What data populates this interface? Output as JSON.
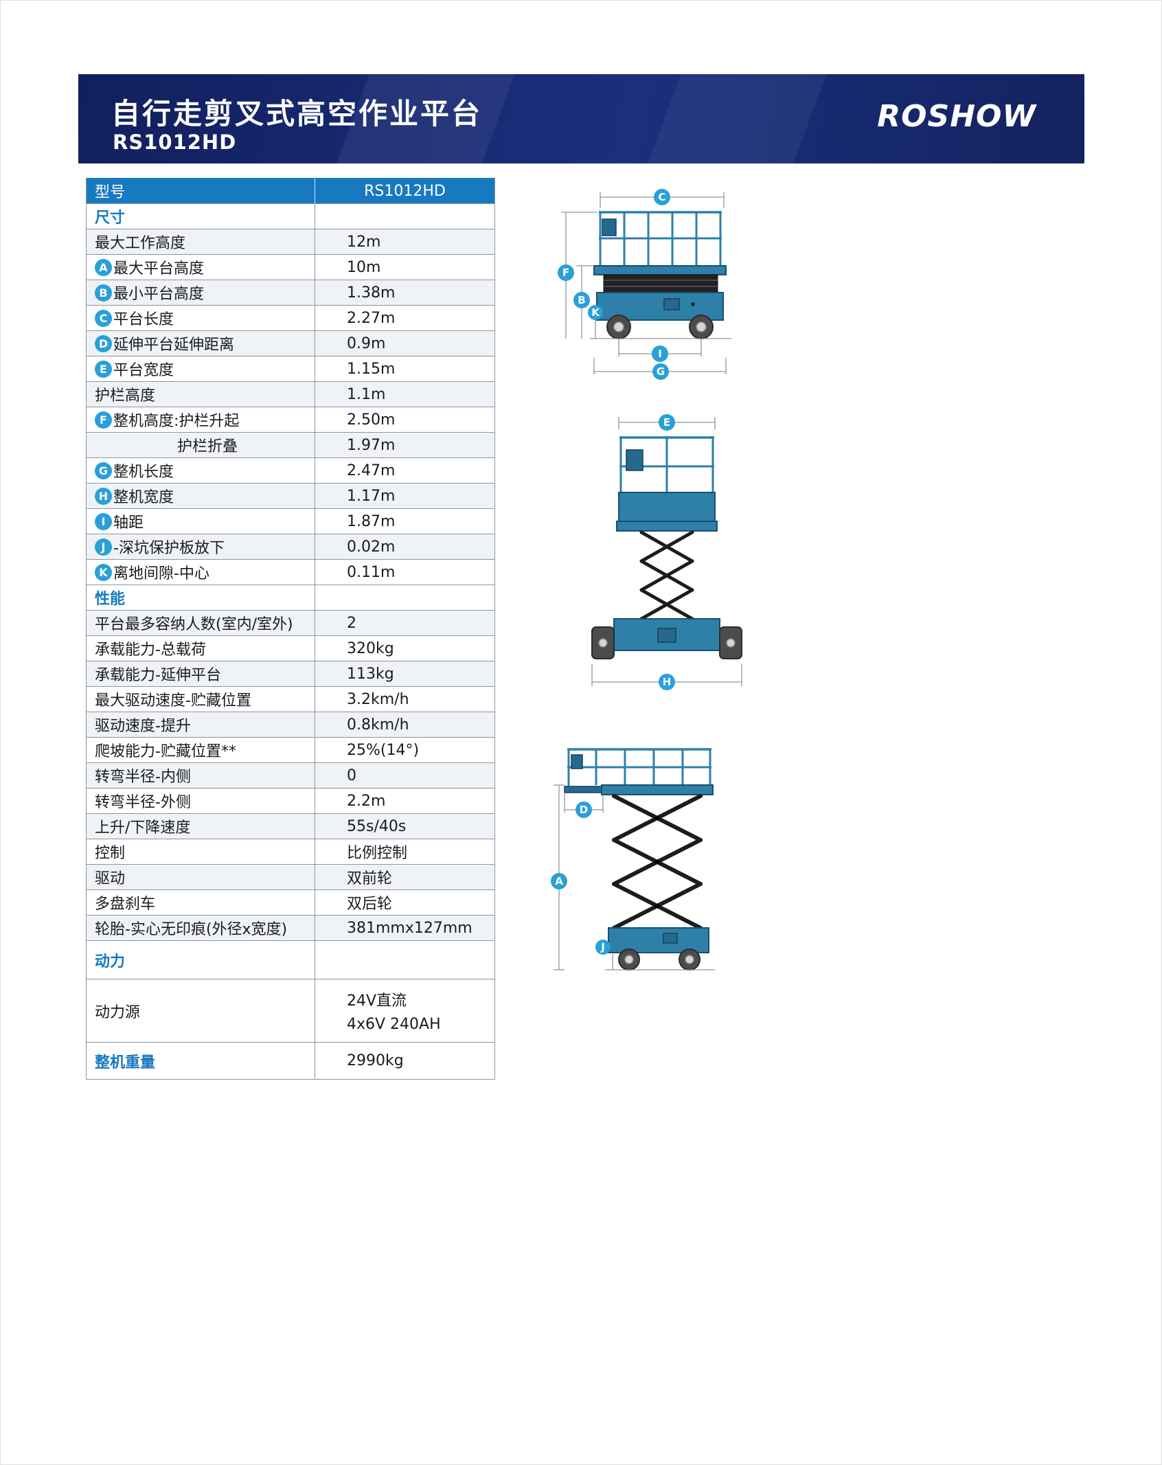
{
  "banner": {
    "title": "自行走剪叉式高空作业平台",
    "model": "RS1012HD",
    "logo": "ROSHOW"
  },
  "colors": {
    "banner_bg": "#1a2f7e",
    "table_header_bg": "#1779c0",
    "accent_blue": "#1779c0",
    "badge_blue": "#2aa0d8",
    "machine_blue": "#2e80a8",
    "scissor_black": "#1c1c1c"
  },
  "letters": {
    "a": "A",
    "b": "B",
    "c": "C",
    "d": "D",
    "e": "E",
    "f": "F",
    "g": "G",
    "h": "H",
    "i": "I",
    "j": "J",
    "k": "K"
  },
  "table": {
    "rows": [
      {
        "kind": "model",
        "label": "型号",
        "value": "RS1012HD"
      },
      {
        "kind": "section",
        "label": "尺寸"
      },
      {
        "kind": "data",
        "label": "最大工作高度",
        "value": "12m"
      },
      {
        "kind": "data",
        "badge": "A",
        "label": "最大平台高度",
        "value": "10m"
      },
      {
        "kind": "data",
        "badge": "B",
        "label": "最小平台高度",
        "value": "1.38m"
      },
      {
        "kind": "data",
        "badge": "C",
        "label": "平台长度",
        "value": "2.27m"
      },
      {
        "kind": "data",
        "badge": "D",
        "label": "延伸平台延伸距离",
        "value": "0.9m"
      },
      {
        "kind": "data",
        "badge": "E",
        "label": "平台宽度",
        "value": "1.15m"
      },
      {
        "kind": "data",
        "label": "护栏高度",
        "value": "1.1m"
      },
      {
        "kind": "data",
        "badge": "F",
        "label": "整机高度:护栏升起",
        "value": "2.50m"
      },
      {
        "kind": "data",
        "label": "护栏折叠",
        "value": "1.97m",
        "indent": true
      },
      {
        "kind": "data",
        "badge": "G",
        "label": "整机长度",
        "value": "2.47m"
      },
      {
        "kind": "data",
        "badge": "H",
        "label": "整机宽度",
        "value": "1.17m"
      },
      {
        "kind": "data",
        "badge": "I",
        "label": "轴距",
        "value": "1.87m"
      },
      {
        "kind": "data",
        "badge": "J",
        "label": "-深坑保护板放下",
        "value": "0.02m"
      },
      {
        "kind": "data",
        "badge": "K",
        "label": "离地间隙-中心",
        "value": "0.11m"
      },
      {
        "kind": "section",
        "label": "性能"
      },
      {
        "kind": "data",
        "label": "平台最多容纳人数(室内/室外)",
        "value": "2"
      },
      {
        "kind": "data",
        "label": "承载能力-总载荷",
        "value": "320kg"
      },
      {
        "kind": "data",
        "label": "承载能力-延伸平台",
        "value": "113kg"
      },
      {
        "kind": "data",
        "label": "最大驱动速度-贮藏位置",
        "value": "3.2km/h"
      },
      {
        "kind": "data",
        "label": "驱动速度-提升",
        "value": "0.8km/h"
      },
      {
        "kind": "data",
        "label": "爬坡能力-贮藏位置**",
        "value": "25%(14°)"
      },
      {
        "kind": "data",
        "label": "转弯半径-内侧",
        "value": "0"
      },
      {
        "kind": "data",
        "label": "转弯半径-外侧",
        "value": "2.2m"
      },
      {
        "kind": "data",
        "label": "上升/下降速度",
        "value": "55s/40s"
      },
      {
        "kind": "data",
        "label": "控制",
        "value": "比例控制"
      },
      {
        "kind": "data",
        "label": "驱动",
        "value": "双前轮"
      },
      {
        "kind": "data",
        "label": "多盘刹车",
        "value": "双后轮"
      },
      {
        "kind": "data",
        "label": "轮胎-实心无印痕(外径x宽度)",
        "value": "381mmx127mm"
      },
      {
        "kind": "section",
        "label": "动力",
        "tall": true
      },
      {
        "kind": "power",
        "label": "动力源",
        "value_lines": [
          "24V直流",
          "4x6V 240AH"
        ]
      },
      {
        "kind": "weight",
        "label": "整机重量",
        "value": "2990kg"
      }
    ]
  }
}
